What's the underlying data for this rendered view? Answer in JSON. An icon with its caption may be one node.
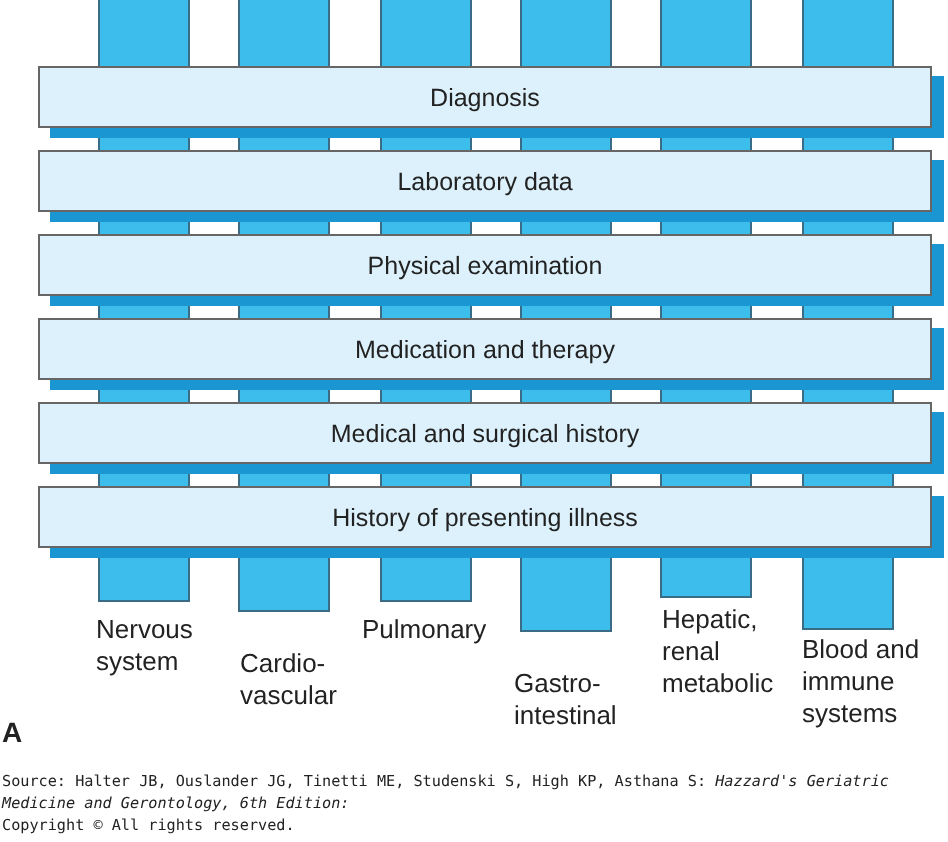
{
  "diagram": {
    "nodes": [
      {
        "text": [
          "Diagnosis"
        ]
      },
      {
        "text": [
          "Laboratory data"
        ]
      },
      {
        "text": [
          "Physical examination"
        ]
      },
      {
        "text": [
          "Medication and therapy"
        ]
      },
      {
        "text": [
          "Medical and surgical history"
        ]
      },
      {
        "text": [
          "History of presenting illness"
        ]
      },
      {
        "text": [
          "Nervous system"
        ]
      },
      {
        "text": [
          "Cardio- vascular"
        ]
      },
      {
        "text": [
          "Pulmonary"
        ]
      },
      {
        "text": [
          "Gastro- intestinal"
        ]
      },
      {
        "text": [
          "Hepatic, renal metabolic"
        ]
      },
      {
        "text": [
          "Blood and immune systems"
        ]
      }
    ],
    "edges": [],
    "labels": [
      "A",
      "Source: Halter JB, Ouslander JG, Tinetti ME, Studenski S, High KP, Asthana S: *Hazzard's Geriatric Medicine and Gerontology, 6th Edition:*",
      "Copyright © All rights reserved."
    ]
  }
}
